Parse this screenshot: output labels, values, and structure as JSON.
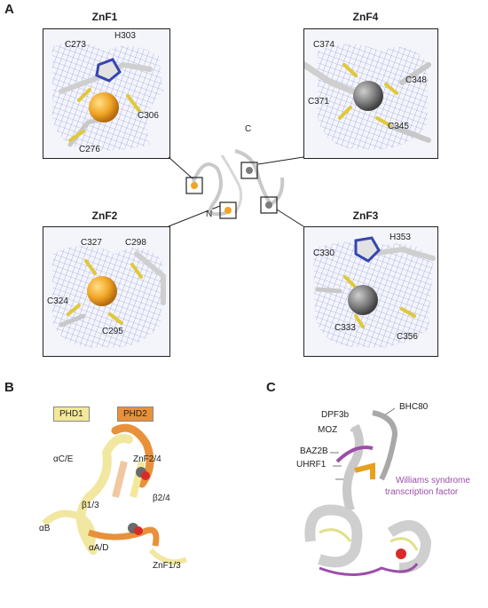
{
  "panels": {
    "A": "A",
    "B": "B",
    "C": "C"
  },
  "zinc_fingers": {
    "znf1": {
      "title": "ZnF1",
      "labels": [
        "C273",
        "H303",
        "C306",
        "C276"
      ]
    },
    "znf4": {
      "title": "ZnF4",
      "labels": [
        "C374",
        "C348",
        "C371",
        "C345"
      ]
    },
    "znf2": {
      "title": "ZnF2",
      "labels": [
        "C327",
        "C298",
        "C324",
        "C295"
      ]
    },
    "znf3": {
      "title": "ZnF3",
      "labels": [
        "H353",
        "C330",
        "C333",
        "C356"
      ]
    }
  },
  "overview_labels": {
    "n": "N",
    "c": "C"
  },
  "panel_b": {
    "legend": [
      "PHD1",
      "PHD2"
    ],
    "labels": {
      "ace": "αC/E",
      "znf24": "ZnF2/4",
      "b13": "β1/3",
      "b24": "β2/4",
      "ab": "αB",
      "aad": "αA/D",
      "znf13": "ZnF1/3"
    },
    "colors": {
      "phd1": "#f3e89a",
      "phd2": "#e8913a",
      "zinc": "#6a6a6a",
      "water": "#d92a2a"
    }
  },
  "panel_c": {
    "labels": {
      "bhc80": "BHC80",
      "dpf3b": "DPF3b",
      "moz": "MOZ",
      "baz2b": "BAZ2B",
      "uhrf1": "UHRF1",
      "wstf_line1": "Williams syndrome",
      "wstf_line2": "transcription factor"
    },
    "colors": {
      "wstf": "#9b4fa8"
    }
  }
}
